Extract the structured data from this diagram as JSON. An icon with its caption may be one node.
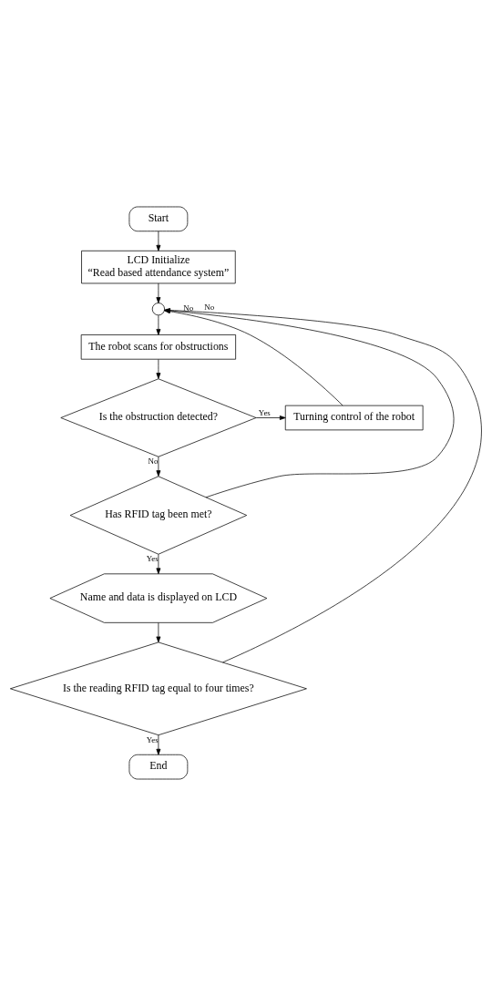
{
  "diagram": {
    "nodes": [
      {
        "text": [
          "Start"
        ]
      },
      {
        "text": [
          "LCD Initialize",
          "“Read based attendance system”"
        ]
      },
      {
        "text": [],
        "shape": "circle"
      },
      {
        "text": [
          "The robot scans for obstructions"
        ]
      },
      {
        "text": [
          "Is the obstruction detected?"
        ]
      },
      {
        "text": [
          "Turning control of the robot"
        ]
      },
      {
        "text": [
          "Has RFID tag been met?"
        ]
      },
      {
        "text": [
          "Name and data is displayed on LCD"
        ]
      },
      {
        "text": [
          "Is the reading RFID tag equal to four times?"
        ]
      },
      {
        "text": [
          "End"
        ]
      }
    ],
    "edges": [
      {
        "from": 0,
        "to": 1,
        "arrow": "to"
      },
      {
        "from": 1,
        "to": 2,
        "arrow": "to"
      },
      {
        "from": 2,
        "to": 3,
        "arrow": "to"
      },
      {
        "from": 3,
        "to": 4,
        "arrow": "to"
      },
      {
        "from": 4,
        "to": 5,
        "arrow": "to",
        "label": "Yes"
      },
      {
        "from": 4,
        "to": 6,
        "arrow": "to",
        "label": "No"
      },
      {
        "from": 5,
        "to": 2,
        "arrow": "to"
      },
      {
        "from": 6,
        "to": 2,
        "arrow": "to",
        "label": "No"
      },
      {
        "from": 6,
        "to": 7,
        "arrow": "to",
        "label": "Yes"
      },
      {
        "from": 7,
        "to": 8,
        "arrow": "to"
      },
      {
        "from": 8,
        "to": 2,
        "arrow": "to",
        "label": "No"
      },
      {
        "from": 8,
        "to": 9,
        "arrow": "to",
        "label": "Yes"
      }
    ]
  }
}
